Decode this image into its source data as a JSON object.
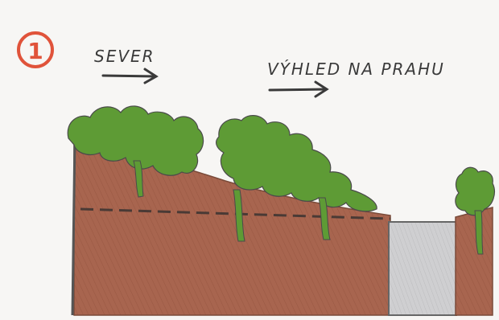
{
  "sketch": {
    "badge_number": "1",
    "label_left": "SEVER",
    "label_right": "VÝHLED NA PRAHU",
    "colors": {
      "paper": "#f7f6f4",
      "badge": "#e0533a",
      "earth": "#a5634d",
      "greenery": "#5e9b35",
      "gap": "#c9c9cb",
      "pencil": "#3a3a3a"
    },
    "icons": [
      "arrow-right-icon",
      "arrow-right-icon"
    ]
  }
}
